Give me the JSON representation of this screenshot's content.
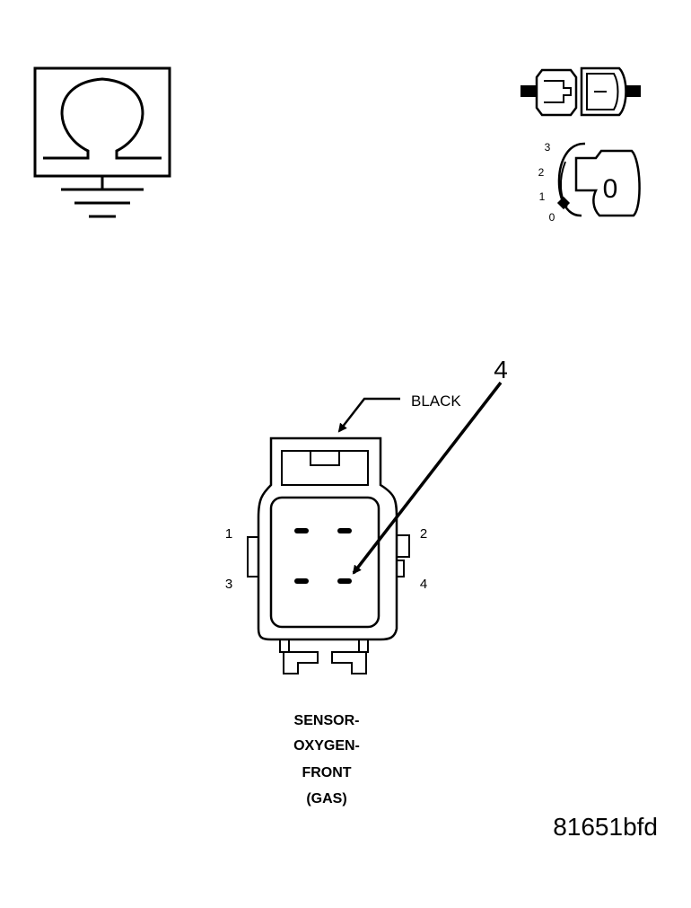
{
  "ohmmeter_icon": {
    "icon": "ohm-meter-ground-icon",
    "symbol": "Ω"
  },
  "connector_icon": {
    "icon": "disconnected-connector-icon"
  },
  "ignition_icon": {
    "icon": "ignition-key-icon",
    "positions": [
      "3",
      "2",
      "1",
      "0"
    ],
    "key_label": "0"
  },
  "connector": {
    "color_label": "BLACK",
    "callout_pin": "4",
    "pins": {
      "p1": "1",
      "p2": "2",
      "p3": "3",
      "p4": "4"
    }
  },
  "caption": {
    "line1": "SENSOR-",
    "line2": "OXYGEN-",
    "line3": "FRONT",
    "line4": "(GAS)"
  },
  "figure_id": "81651bfd"
}
